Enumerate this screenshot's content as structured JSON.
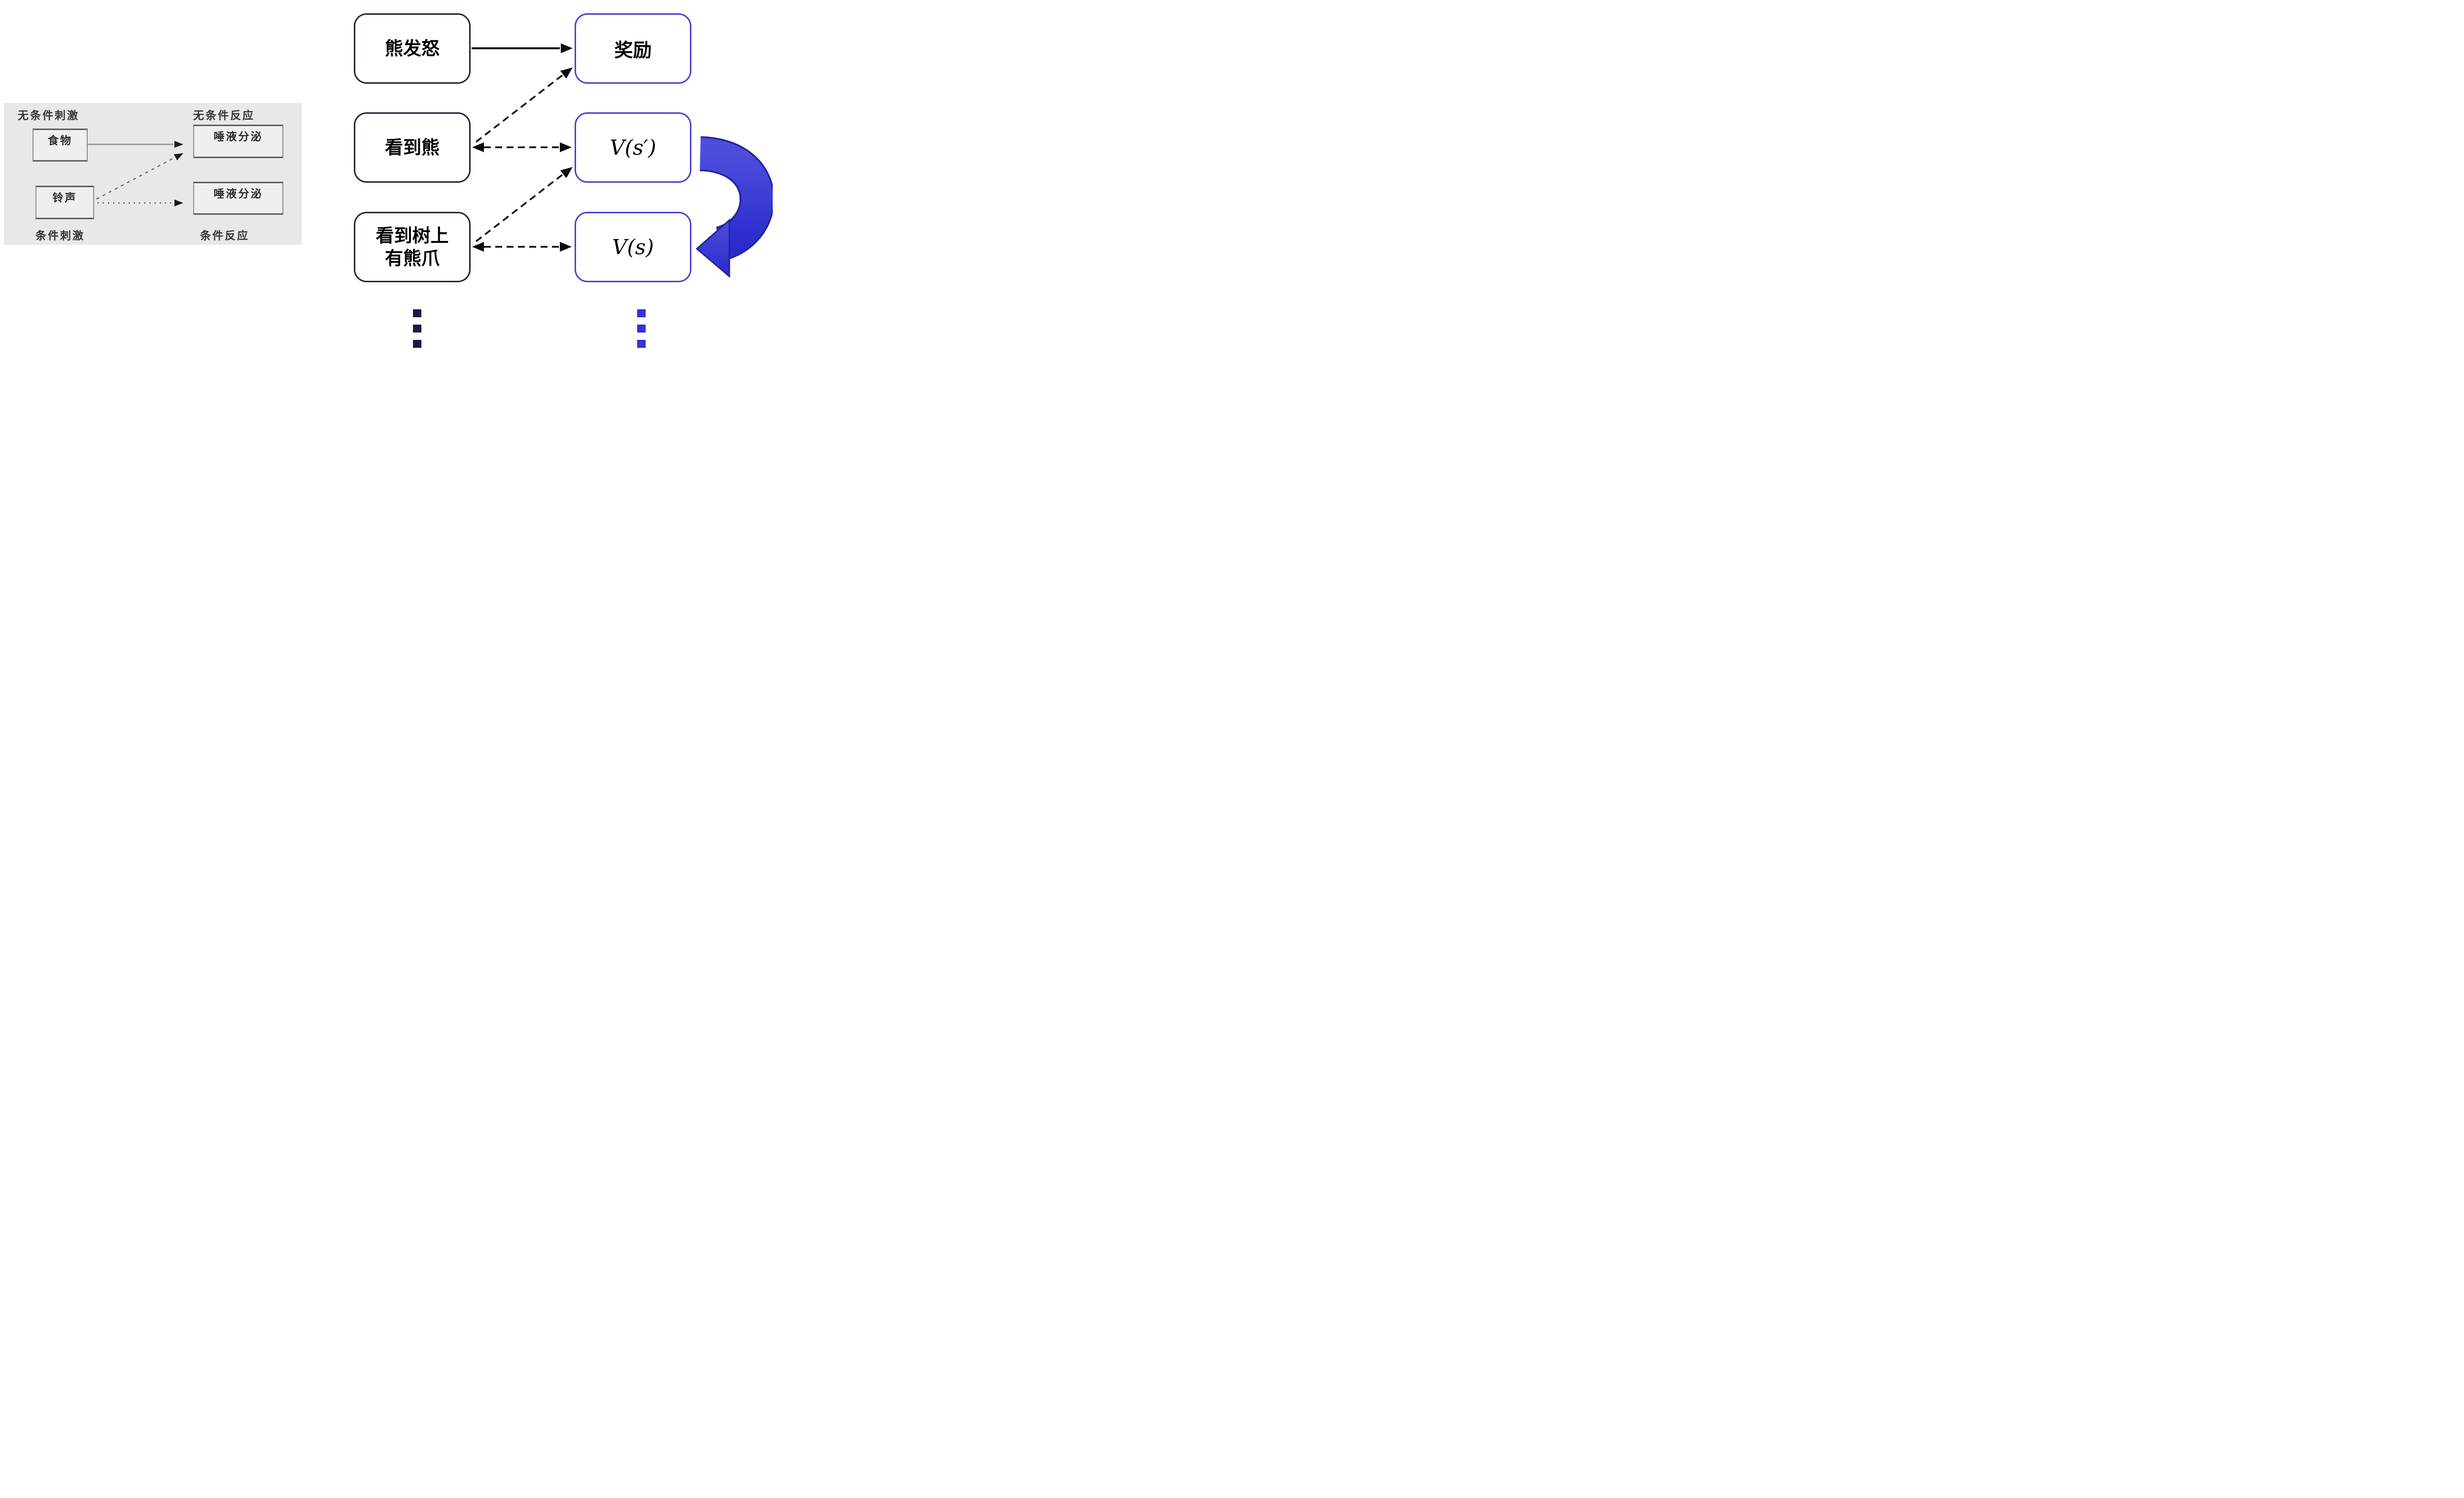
{
  "pavlov": {
    "labels": {
      "ucs": "无条件刺激",
      "ucr": "无条件反应",
      "cs": "条件刺激",
      "cr": "条件反应"
    },
    "boxes": {
      "food": "食物",
      "salivation_top": "唾液分泌",
      "bell": "铃声",
      "salivation_bottom": "唾液分泌"
    }
  },
  "td": {
    "states": [
      {
        "label": "熊发怒"
      },
      {
        "label": "看到熊"
      },
      {
        "label": "看到树上\n有熊爪"
      }
    ],
    "values": [
      {
        "label": "奖励"
      },
      {
        "label": "V(s′)"
      },
      {
        "label": "V(s)"
      }
    ]
  },
  "arrows": [
    {
      "from": "食物",
      "to": "唾液分泌(上)",
      "style": "solid-gray"
    },
    {
      "from": "铃声",
      "to": "唾液分泌(上)",
      "style": "dotted-diagonal"
    },
    {
      "from": "铃声",
      "to": "唾液分泌(下)",
      "style": "dotted-horizontal"
    },
    {
      "from": "熊发怒",
      "to": "奖励",
      "style": "solid-black"
    },
    {
      "from": "看到熊",
      "to": "V(s′)",
      "style": "dashed-double-headed"
    },
    {
      "from": "看到树上有熊爪",
      "to": "V(s)",
      "style": "dashed-double-headed"
    },
    {
      "from": "看到熊",
      "to": "奖励",
      "style": "dashed-diagonal"
    },
    {
      "from": "看到树上有熊爪",
      "to": "V(s′)",
      "style": "dashed-diagonal"
    },
    {
      "from": "V(s′)",
      "to": "V(s)",
      "style": "curved-blue-ribbon"
    }
  ],
  "colors": {
    "panel_bg": "#e8e8e8",
    "panel_box_fill": "#efefef",
    "panel_box_side": "#8f8f8f",
    "panel_box_edge": "#5e5e5e",
    "panel_text": "#2a2a2a",
    "panel_line": "#8f8f8f",
    "panel_dotted": "#555555",
    "panel_arrowhead": "#1a1a1a",
    "state_border": "#23233f",
    "value_border": "#4444cf",
    "black_arrow": "#0c0c0c",
    "ribbon_top": "#4d4ddc",
    "ribbon_bottom": "#2a2ace",
    "ribbon_outline": "#23239a",
    "dots_left": "#1a1a4d",
    "dots_right": "#3333dd"
  }
}
